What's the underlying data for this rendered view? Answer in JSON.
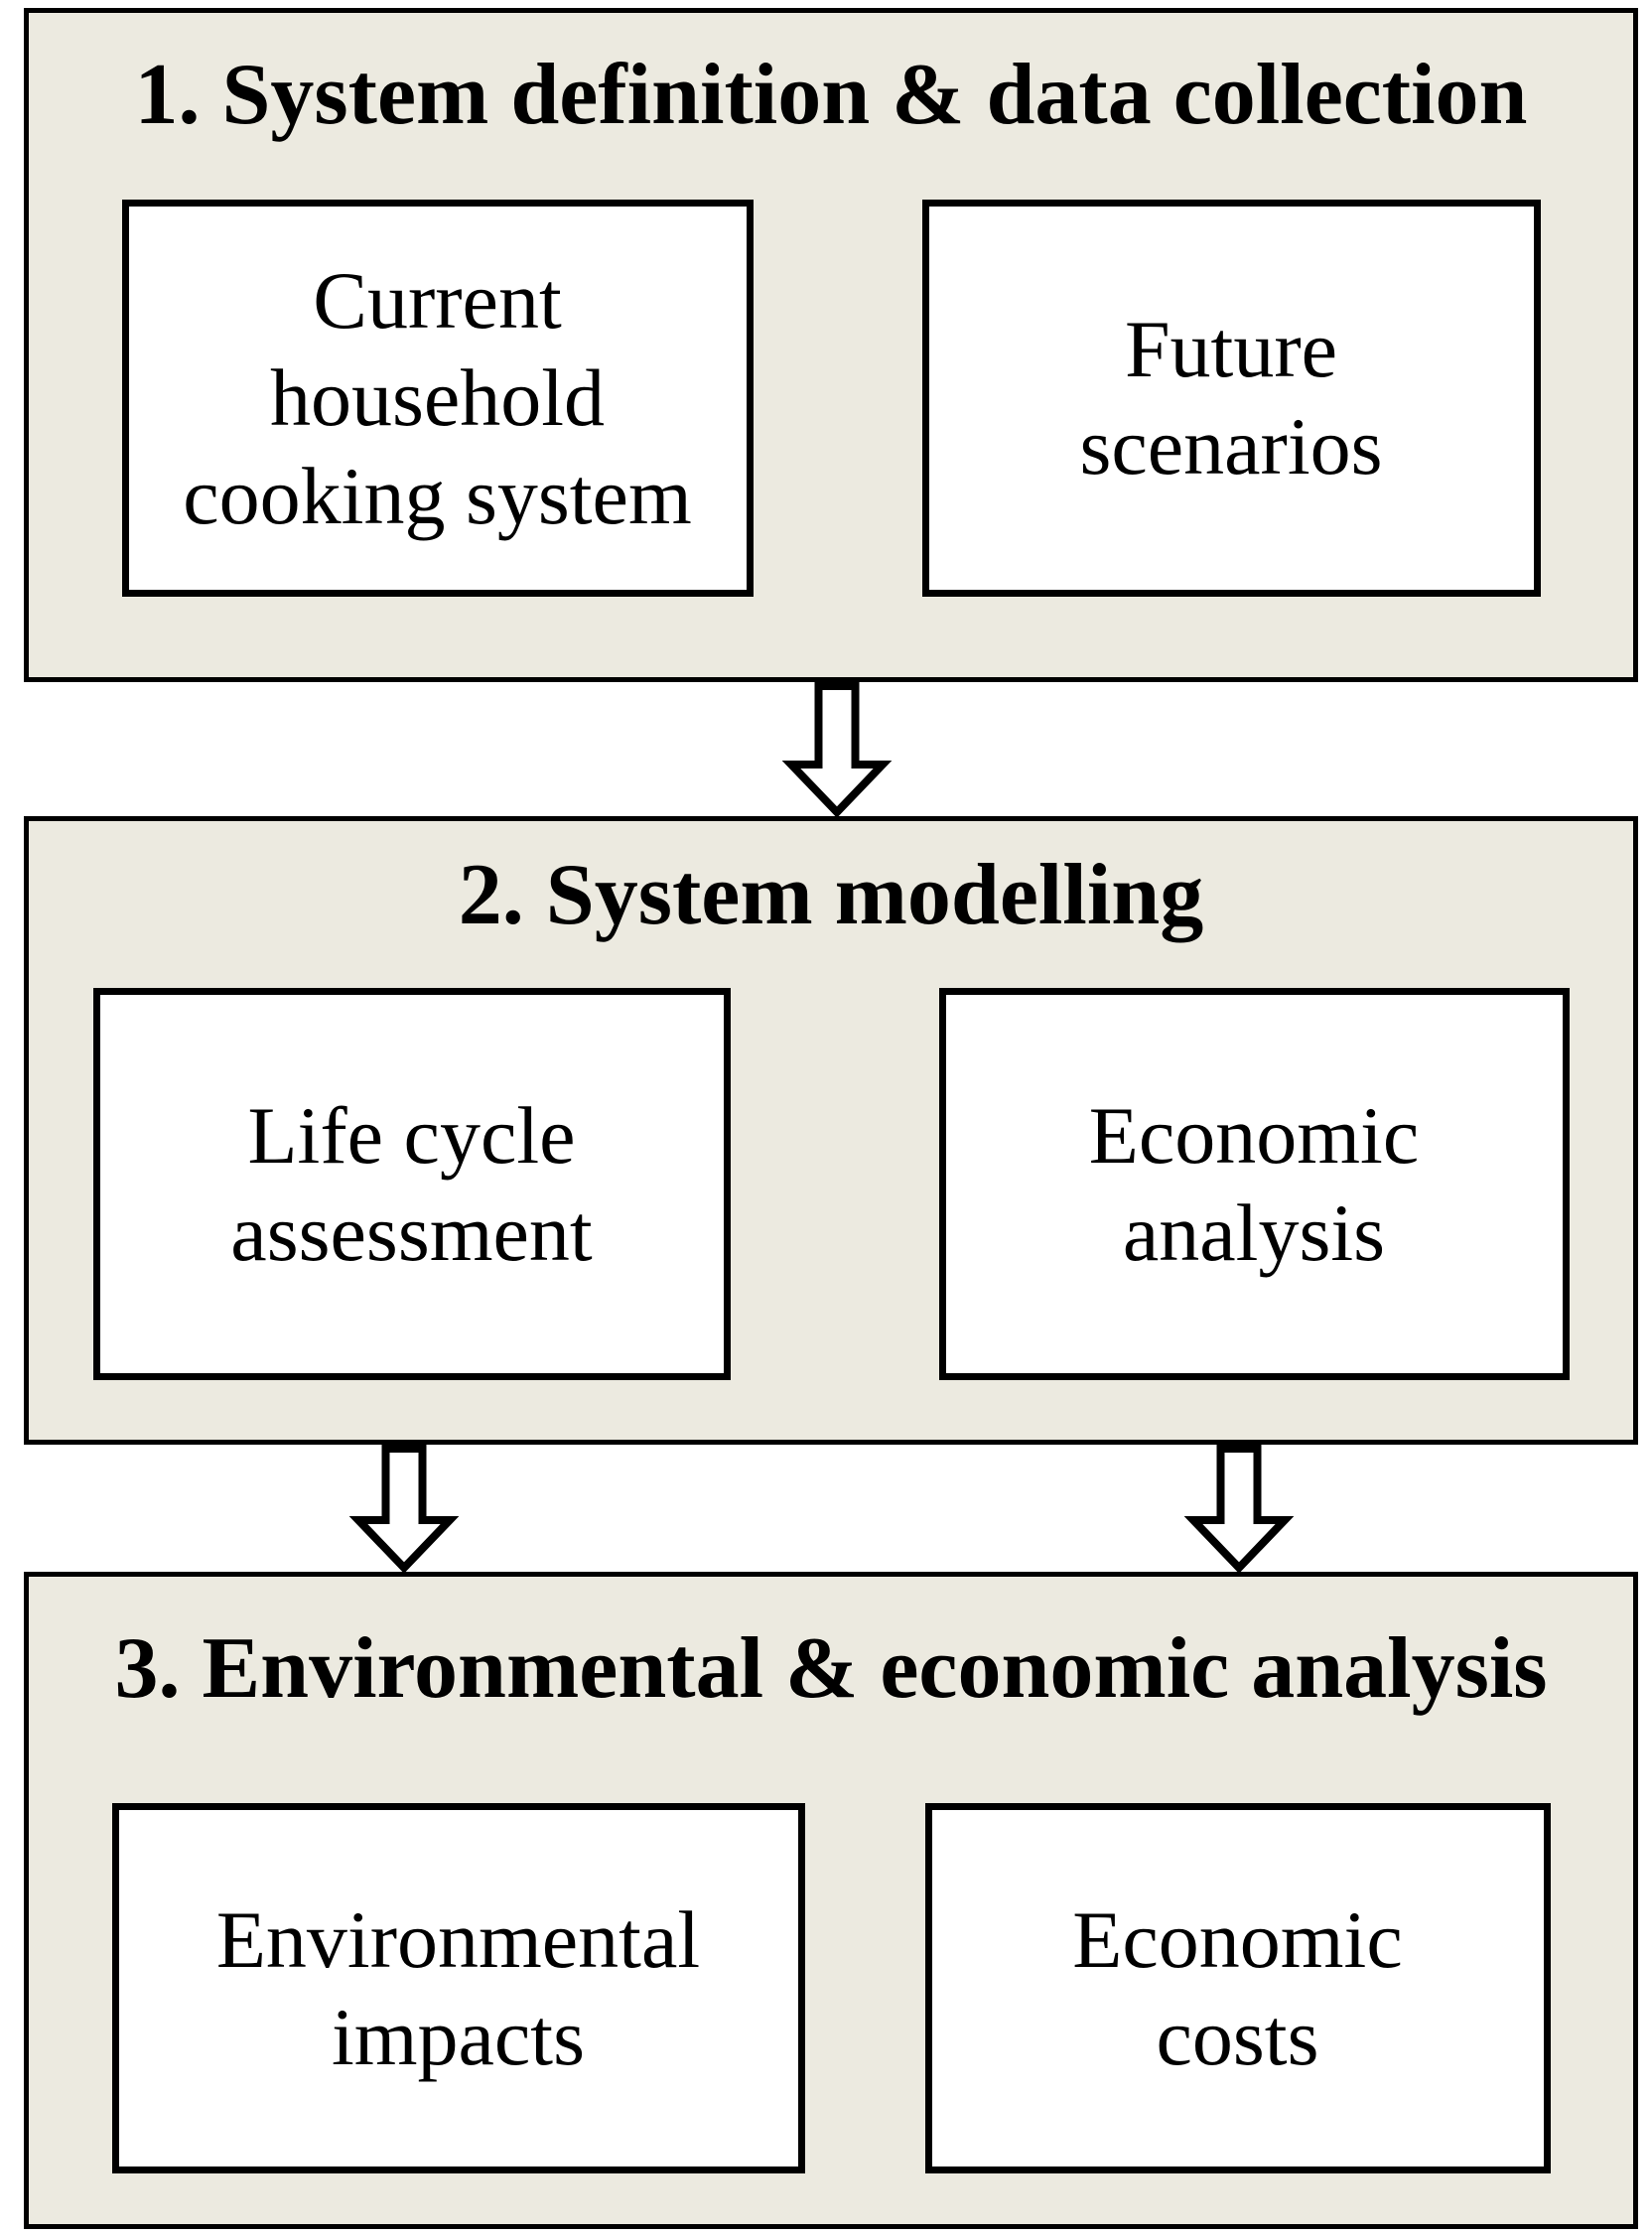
{
  "theme": {
    "page_background": "#ffffff",
    "stage_background": "#ECEAE0",
    "box_background": "#ffffff",
    "line_color": "#000000"
  },
  "stages": [
    {
      "title": "1. System definition & data collection",
      "boxes": [
        {
          "text": "Current\nhousehold\ncooking system"
        },
        {
          "text": "Future\nscenarios"
        }
      ]
    },
    {
      "title": "2. System modelling",
      "boxes": [
        {
          "text": "Life cycle\nassessment"
        },
        {
          "text": "Economic\nanalysis"
        }
      ]
    },
    {
      "title": "3. Environmental & economic analysis",
      "boxes": [
        {
          "text": "Environmental\nimpacts"
        },
        {
          "text": "Economic\ncosts"
        }
      ]
    }
  ],
  "arrows": [
    {
      "from_stage": 1,
      "to_stage": 2,
      "direction": "down",
      "position": "center"
    },
    {
      "from_stage": 2,
      "to_stage": 3,
      "direction": "down",
      "position": "left"
    },
    {
      "from_stage": 2,
      "to_stage": 3,
      "direction": "down",
      "position": "right"
    }
  ]
}
